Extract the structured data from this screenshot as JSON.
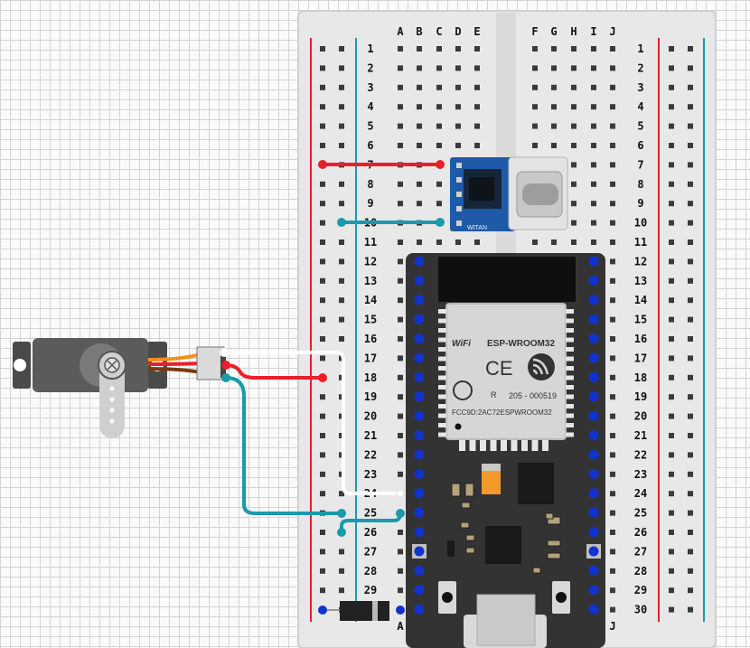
{
  "breadboard": {
    "column_letters_left": [
      "A",
      "B",
      "C",
      "D",
      "E"
    ],
    "column_letters_right": [
      "F",
      "G",
      "H",
      "I",
      "J"
    ],
    "rows": [
      "1",
      "2",
      "3",
      "4",
      "5",
      "6",
      "7",
      "8",
      "9",
      "10",
      "11",
      "12",
      "13",
      "14",
      "15",
      "16",
      "17",
      "18",
      "19",
      "20",
      "21",
      "22",
      "23",
      "24",
      "25",
      "26",
      "27",
      "28",
      "29",
      "30"
    ],
    "bottom_letters": [
      "A",
      "J"
    ],
    "rail_colors": {
      "positive": "#e8202a",
      "negative": "#1a9aab"
    }
  },
  "esp32": {
    "wifi_logo": "WiFi",
    "module_name": "ESP-WROOM32",
    "ce_mark": "CE",
    "cert_r": "R",
    "cert_code": "205 - 000519",
    "fcc_id": "FCC9D:2AC72ESPWROOM32"
  },
  "usb_c_module": {
    "silkscreen": "WITAN"
  },
  "servo": {
    "wire_colors": [
      "#7a3b10",
      "#e8202a",
      "#f39019"
    ]
  },
  "wires": {
    "colors": {
      "white": "#ffffff",
      "red": "#e8202a",
      "teal": "#1a9aab"
    }
  },
  "components": [
    "usb-c-power-module",
    "esp32-devkit",
    "servo-motor",
    "diode"
  ]
}
